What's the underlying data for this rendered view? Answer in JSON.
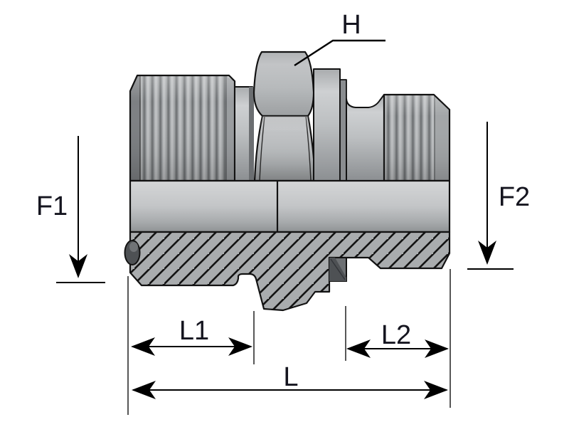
{
  "figure": {
    "type": "technical-drawing",
    "description": "Cross-section dimensional drawing of a male-male hydraulic adapter fitting",
    "background_color": "#ffffff",
    "outline_color": "#121212",
    "label_color": "#15151f",
    "hatch_color": "#141414",
    "seal_color": "#4e5154",
    "labels": {
      "hex_across_flats": "H",
      "thread_size_left": "F1",
      "thread_size_right": "F2",
      "thread_length_left": "L1",
      "thread_length_right": "L2",
      "overall_length": "L"
    }
  }
}
